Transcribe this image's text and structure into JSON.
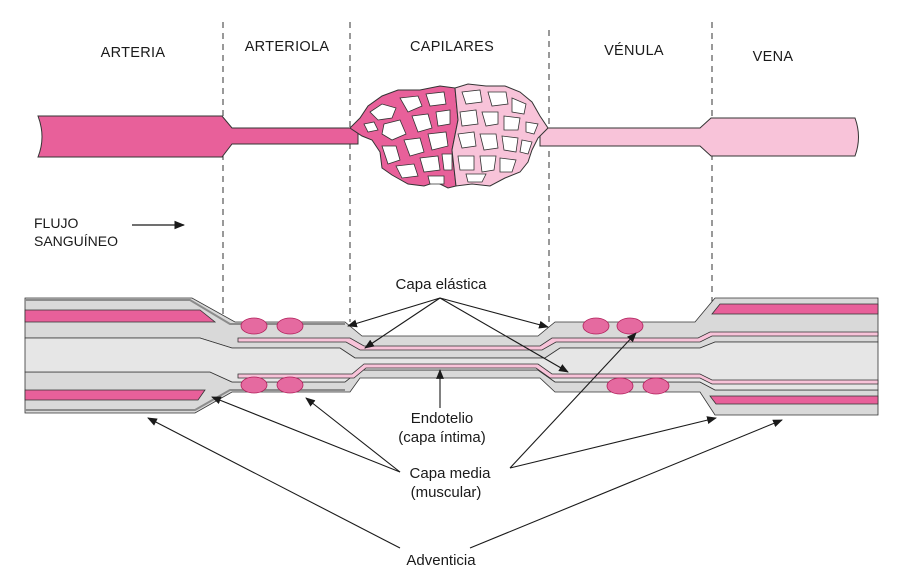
{
  "sections": {
    "arteria": "ARTERIA",
    "arteriola": "ARTERIOLA",
    "capilares": "CAPILARES",
    "venula": "VÉNULA",
    "vena": "VENA"
  },
  "flow": {
    "line1": "FLUJO",
    "line2": "SANGUÍNEO"
  },
  "labels": {
    "capa_elastica": "Capa elástica",
    "endotelio_1": "Endotelio",
    "endotelio_2": "(capa íntima)",
    "capa_media_1": "Capa media",
    "capa_media_2": "(muscular)",
    "adventicia": "Adventicia"
  },
  "colors": {
    "artery": "#e8609a",
    "artery_dark": "#b01f5a",
    "vein": "#f8c3d9",
    "layer_gray": "#d9d9d9",
    "layer_gray_dark": "#a6a6a6",
    "muscle": "#e56aa0",
    "line": "#1a1a1a"
  }
}
